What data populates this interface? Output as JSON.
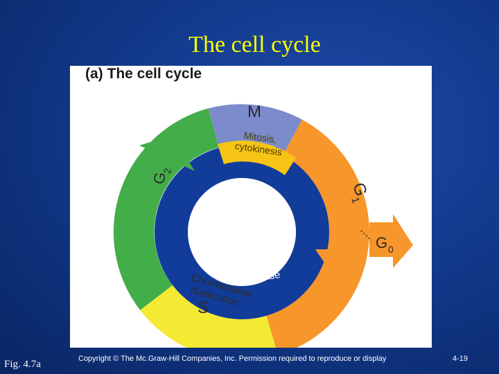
{
  "slide": {
    "title": "The cell cycle",
    "figure_label": "Fig. 4.7a",
    "copyright": "Copyright © The Mc.Graw-Hill Companies, Inc.  Permission required to reproduce or display",
    "page_number": "4-19"
  },
  "diagram": {
    "panel_title": "(a)  The cell cycle",
    "phases": {
      "m": "M",
      "g1": "G",
      "g1_sub": "1",
      "g0": "G",
      "g0_sub": "0",
      "s": "S",
      "g2": "G",
      "g2_sub": "2"
    },
    "inner_labels": {
      "mitosis_line1": "Mitosis,",
      "mitosis_line2": "cytokinesis",
      "interphase": "Interphase",
      "chromosome_line1": "Chromosome",
      "chromosome_line2": "duplication"
    },
    "colors": {
      "m_phase": "#7b8bcc",
      "g1_phase": "#f7962a",
      "s_phase": "#f4e933",
      "g2_phase": "#43ad49",
      "interphase_ring": "#123c9a",
      "mitosis_band": "#f6c415"
    }
  }
}
